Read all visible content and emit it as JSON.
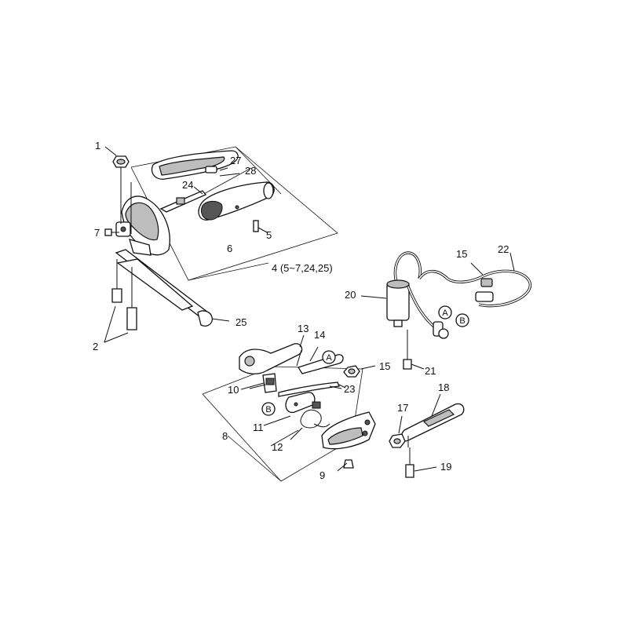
{
  "callouts": {
    "c1": "1",
    "c2": "2",
    "c4": "4 (5~7,24,25)",
    "c5": "5",
    "c6": "6",
    "c7": "7",
    "c8": "8",
    "c9": "9",
    "c10": "10",
    "c11": "11",
    "c12": "12",
    "c13": "13",
    "c14": "14",
    "c15a": "15",
    "c15b": "15",
    "c17": "17",
    "c18": "18",
    "c19": "19",
    "c20": "20",
    "c21": "21",
    "c22": "22",
    "c23": "23",
    "c24": "24",
    "c25": "25",
    "c27": "27",
    "c28": "28"
  },
  "connectors": {
    "a1": "A",
    "a2": "A",
    "b1": "B",
    "b2": "B"
  }
}
